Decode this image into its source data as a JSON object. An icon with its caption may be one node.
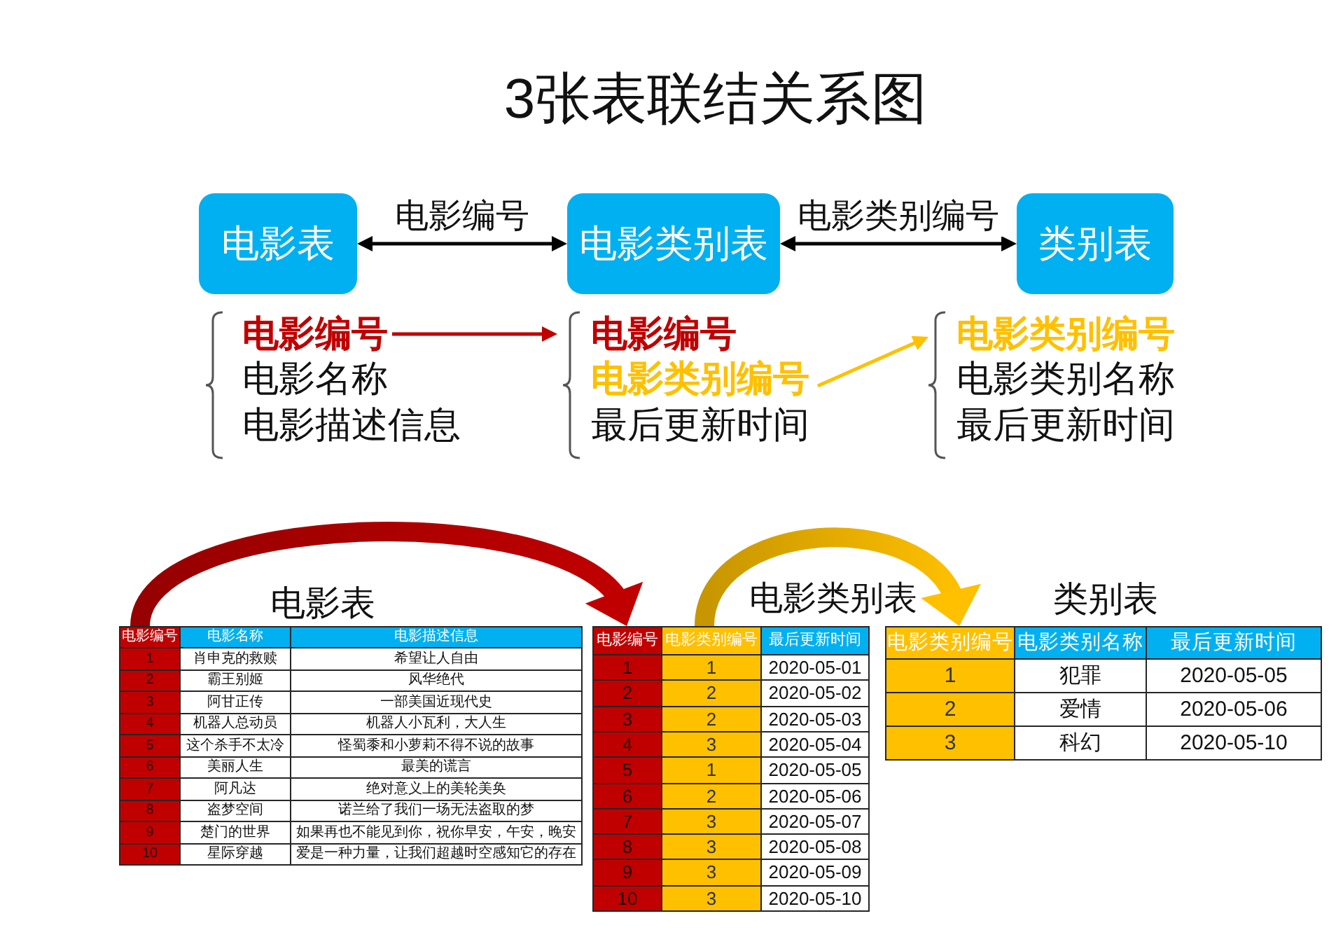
{
  "diagram": {
    "title": "3张表联结关系图",
    "nodes": [
      {
        "text": [
          "电影表"
        ]
      },
      {
        "text": [
          "电影类别表"
        ]
      },
      {
        "text": [
          "类别表"
        ]
      },
      {
        "text": [
          "电影编号"
        ]
      },
      {
        "text": [
          "电影编号"
        ]
      },
      {
        "text": [
          "电影类别编号"
        ]
      },
      {
        "text": [
          "电影类别编号"
        ]
      },
      {
        "text": [
          "电影表"
        ]
      },
      {
        "text": [
          "电影类别表"
        ]
      },
      {
        "text": [
          "类别表"
        ]
      }
    ],
    "edges": [
      {
        "from": 0,
        "to": 1,
        "arrow": "both",
        "label": "电影编号"
      },
      {
        "from": 1,
        "to": 2,
        "arrow": "both",
        "label": "电影类别编号"
      },
      {
        "from": 3,
        "to": 4,
        "arrow": "to",
        "color": "#c00000"
      },
      {
        "from": 5,
        "to": 6,
        "arrow": "to",
        "color": "#ffc000"
      },
      {
        "from": 7,
        "to": 8,
        "arrow": "to",
        "style": "thick",
        "color": "#c00000"
      },
      {
        "from": 8,
        "to": 9,
        "arrow": "to",
        "style": "thick",
        "color": "#ffc000"
      }
    ],
    "labels": [
      "电影名称",
      "电影描述信息",
      "最后更新时间",
      "电影类别名称",
      "最后更新时间",
      "电影编号",
      "电影名称",
      "电影描述信息",
      "1",
      "肖申克的救赎",
      "希望让人自由",
      "2",
      "霸王别姬",
      "风华绝代",
      "3",
      "阿甘正传",
      "一部美国近现代史",
      "4",
      "机器人总动员",
      "机器人小瓦利，大人生",
      "5",
      "这个杀手不太冷",
      "怪蜀黍和小萝莉不得不说的故事",
      "6",
      "美丽人生",
      "最美的谎言",
      "7",
      "阿凡达",
      "绝对意义上的美轮美奂",
      "8",
      "盗梦空间",
      "诺兰给了我们一场无法盗取的梦",
      "9",
      "楚门的世界",
      "如果再也不能见到你，祝你早安，午安，晚安",
      "10",
      "星际穿越",
      "爱是一种力量，让我们超越时空感知它的存在",
      "电影编号",
      "电影类别编号",
      "最后更新时间",
      "1",
      "1",
      "2020-05-01",
      "2",
      "2",
      "2020-05-02",
      "3",
      "2",
      "2020-05-03",
      "4",
      "3",
      "2020-05-04",
      "5",
      "1",
      "2020-05-05",
      "6",
      "2",
      "2020-05-06",
      "7",
      "3",
      "2020-05-07",
      "8",
      "3",
      "2020-05-08",
      "9",
      "3",
      "2020-05-09",
      "10",
      "3",
      "2020-05-10",
      "电影类别编号",
      "电影类别名称",
      "最后更新时间",
      "1",
      "犯罪",
      "2020-05-05",
      "2",
      "爱情",
      "2020-05-06",
      "3",
      "科幻",
      "2020-05-10"
    ]
  }
}
